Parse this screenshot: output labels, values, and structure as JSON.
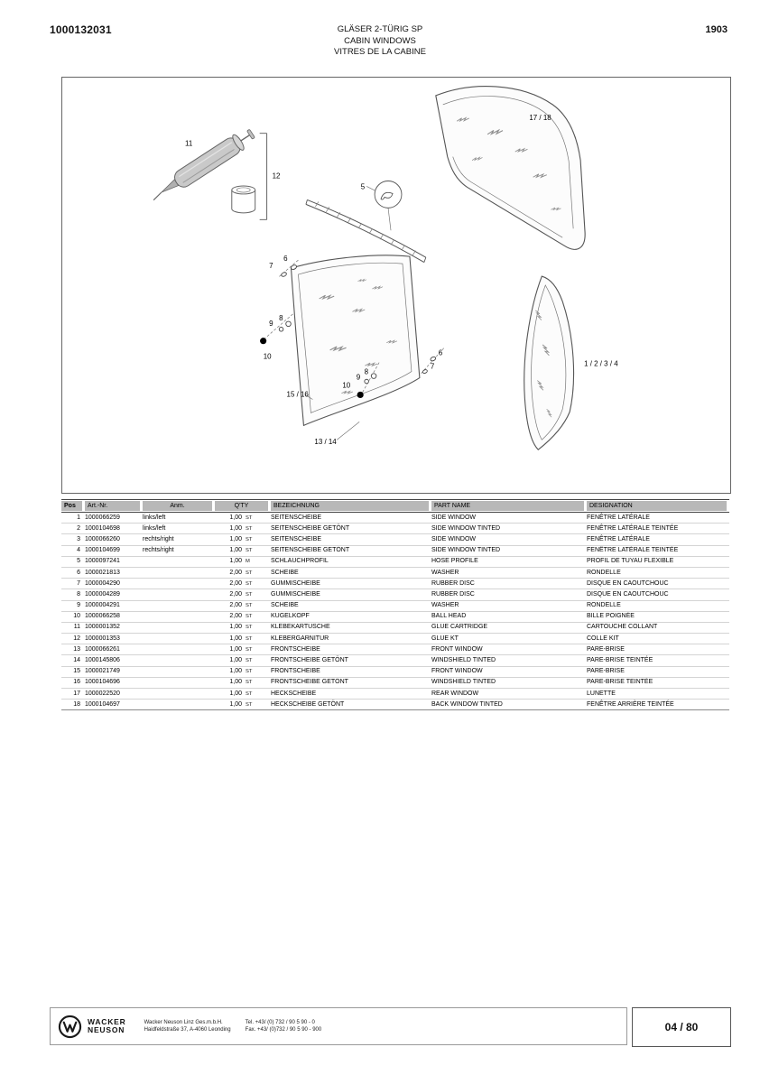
{
  "header": {
    "doc_number": "1000132031",
    "title_de": "GLÄSER 2-TÜRIG SP",
    "title_en": "CABIN WINDOWS",
    "title_fr": "VITRES DE LA CABINE",
    "page_code": "1903"
  },
  "diagram": {
    "callouts": {
      "n1_4": "1 / 2 / 3 / 4",
      "n5": "5",
      "n6": "6",
      "n7": "7",
      "n8": "8",
      "n9": "9",
      "n10": "10",
      "n11": "11",
      "n12": "12",
      "n13_14": "13 / 14",
      "n15_16": "15 / 16",
      "n17_18": "17 / 18"
    }
  },
  "table": {
    "headers": {
      "pos": "Pos",
      "art": "Art.-Nr.",
      "anm": "Anm.",
      "qty": "Q'TY",
      "bez": "BEZEICHNUNG",
      "part": "PART NAME",
      "des": "DESIGNATION"
    },
    "rows": [
      {
        "pos": "1",
        "art": "1000066259",
        "anm": "links/left",
        "qty": "1,00",
        "unit": "ST",
        "bez": "SEITENSCHEIBE",
        "part": "SIDE WINDOW",
        "des": "FENÊTRE LATÉRALE"
      },
      {
        "pos": "2",
        "art": "1000104698",
        "anm": "links/left",
        "qty": "1,00",
        "unit": "ST",
        "bez": "SEITENSCHEIBE GETÖNT",
        "part": "SIDE WINDOW TINTED",
        "des": "FENÊTRE LATÉRALE TEINTÉE"
      },
      {
        "pos": "3",
        "art": "1000066260",
        "anm": "rechts/right",
        "qty": "1,00",
        "unit": "ST",
        "bez": "SEITENSCHEIBE",
        "part": "SIDE WINDOW",
        "des": "FENÊTRE LATÉRALE"
      },
      {
        "pos": "4",
        "art": "1000104699",
        "anm": "rechts/right",
        "qty": "1,00",
        "unit": "ST",
        "bez": "SEITENSCHEIBE GETÖNT",
        "part": "SIDE WINDOW TINTED",
        "des": "FENÊTRE LATÉRALE TEINTÉE"
      },
      {
        "pos": "5",
        "art": "1000097241",
        "anm": "",
        "qty": "1,00",
        "unit": "M",
        "bez": "SCHLAUCHPROFIL",
        "part": "HOSE PROFILE",
        "des": "PROFIL DE TUYAU FLEXIBLE"
      },
      {
        "pos": "6",
        "art": "1000021813",
        "anm": "",
        "qty": "2,00",
        "unit": "ST",
        "bez": "SCHEIBE",
        "part": "WASHER",
        "des": "RONDELLE"
      },
      {
        "pos": "7",
        "art": "1000004290",
        "anm": "",
        "qty": "2,00",
        "unit": "ST",
        "bez": "GUMMISCHEIBE",
        "part": "RUBBER DISC",
        "des": "DISQUE EN CAOUTCHOUC"
      },
      {
        "pos": "8",
        "art": "1000004289",
        "anm": "",
        "qty": "2,00",
        "unit": "ST",
        "bez": "GUMMISCHEIBE",
        "part": "RUBBER DISC",
        "des": "DISQUE EN CAOUTCHOUC"
      },
      {
        "pos": "9",
        "art": "1000004291",
        "anm": "",
        "qty": "2,00",
        "unit": "ST",
        "bez": "SCHEIBE",
        "part": "WASHER",
        "des": "RONDELLE"
      },
      {
        "pos": "10",
        "art": "1000066258",
        "anm": "",
        "qty": "2,00",
        "unit": "ST",
        "bez": "KUGELKOPF",
        "part": "BALL HEAD",
        "des": "BILLE POIGNÉE"
      },
      {
        "pos": "11",
        "art": "1000001352",
        "anm": "",
        "qty": "1,00",
        "unit": "ST",
        "bez": "KLEBEKARTUSCHE",
        "part": "GLUE CARTRIDGE",
        "des": "CARTOUCHE COLLANT"
      },
      {
        "pos": "12",
        "art": "1000001353",
        "anm": "",
        "qty": "1,00",
        "unit": "ST",
        "bez": "KLEBERGARNITUR",
        "part": "GLUE KT",
        "des": "COLLE KIT"
      },
      {
        "pos": "13",
        "art": "1000066261",
        "anm": "",
        "qty": "1,00",
        "unit": "ST",
        "bez": "FRONTSCHEIBE",
        "part": "FRONT WINDOW",
        "des": "PARE-BRISE"
      },
      {
        "pos": "14",
        "art": "1000145806",
        "anm": "",
        "qty": "1,00",
        "unit": "ST",
        "bez": "FRONTSCHEIBE GETÖNT",
        "part": "WINDSHIELD TINTED",
        "des": "PARE-BRISE TEINTÉE"
      },
      {
        "pos": "15",
        "art": "1000021749",
        "anm": "",
        "qty": "1,00",
        "unit": "ST",
        "bez": "FRONTSCHEIBE",
        "part": "FRONT WINDOW",
        "des": "PARE-BRISE"
      },
      {
        "pos": "16",
        "art": "1000104696",
        "anm": "",
        "qty": "1,00",
        "unit": "ST",
        "bez": "FRONTSCHEIBE GETÖNT",
        "part": "WINDSHIELD TINTED",
        "des": "PARE-BRISE TEINTÉE"
      },
      {
        "pos": "17",
        "art": "1000022520",
        "anm": "",
        "qty": "1,00",
        "unit": "ST",
        "bez": "HECKSCHEIBE",
        "part": "REAR WINDOW",
        "des": "LUNETTE"
      },
      {
        "pos": "18",
        "art": "1000104697",
        "anm": "",
        "qty": "1,00",
        "unit": "ST",
        "bez": "HECKSCHEIBE GETÖNT",
        "part": "BACK WINDOW TINTED",
        "des": "FENÊTRE ARRIÈRE TEINTÉE"
      }
    ]
  },
  "footer": {
    "brand_line1": "WACKER",
    "brand_line2": "NEUSON",
    "address_line1": "Wacker Neuson Linz  Ges.m.b.H.",
    "address_line2": "Haidfeldstraße 37, A-4060 Leonding",
    "tel": "Tel. +43/ (0) 732 / 90 5 90 - 0",
    "fax": "Fax. +43/ (0)732 / 90 5 90 - 900",
    "page": "04 / 80"
  }
}
